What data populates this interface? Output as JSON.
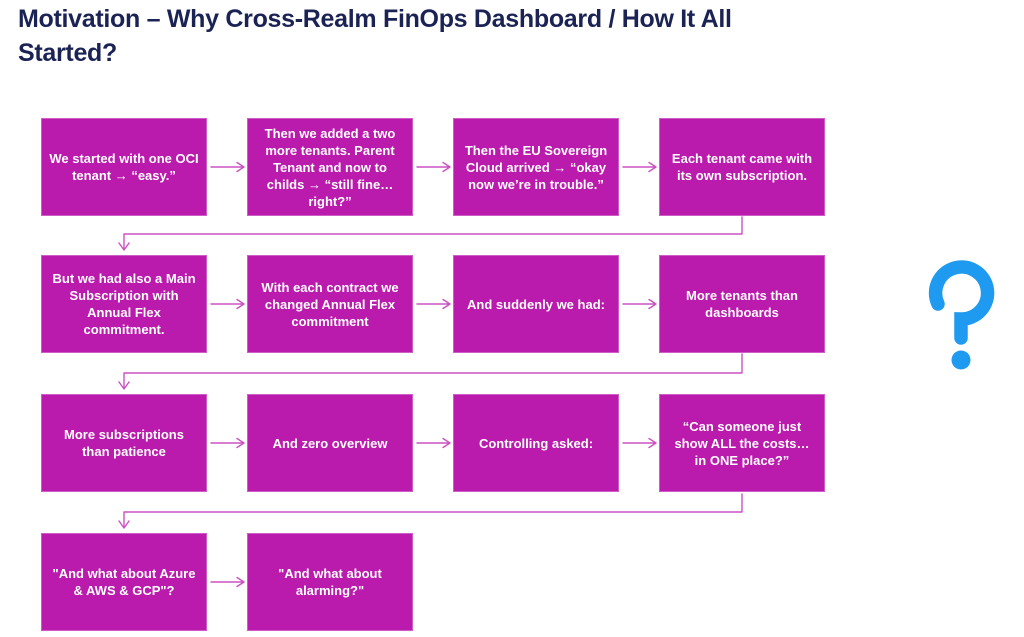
{
  "title": "Motivation – Why Cross-Realm FinOps Dashboard / How It All Started?",
  "colors": {
    "magenta_fill": "#BB1BAD",
    "box_border": "#CD5EC5",
    "connector_pink": "#CC52C2",
    "title_navy": "#1B2355",
    "question_blue": "#1E9BF0",
    "box_text": "#FFFFFF",
    "slide_bg": "#FFFFFF"
  },
  "flow": {
    "rows": [
      {
        "boxes": [
          "We started with one OCI tenant → “easy.”",
          "Then we added a two more tenants. Parent Tenant and now to childs → “still fine… right?”",
          "Then the EU Sovereign Cloud arrived → “okay now we’re in trouble.”",
          "Each tenant came with its own subscription."
        ]
      },
      {
        "boxes": [
          "But we had also a Main Subscription with Annual Flex commitment.",
          "With each contract we changed Annual Flex commitment",
          "And suddenly we had:",
          "More tenants than dashboards"
        ]
      },
      {
        "boxes": [
          "More subscriptions than patience",
          "And zero overview",
          "Controlling asked:",
          "“Can someone just show ALL the costs… in ONE place?”"
        ]
      },
      {
        "boxes": [
          "\"And what about Azure & AWS & GCP\"?",
          "\"And what about alarming?\""
        ]
      }
    ]
  },
  "question_mark_icon": {
    "glyph": "?",
    "color": "#1E9BF0"
  }
}
